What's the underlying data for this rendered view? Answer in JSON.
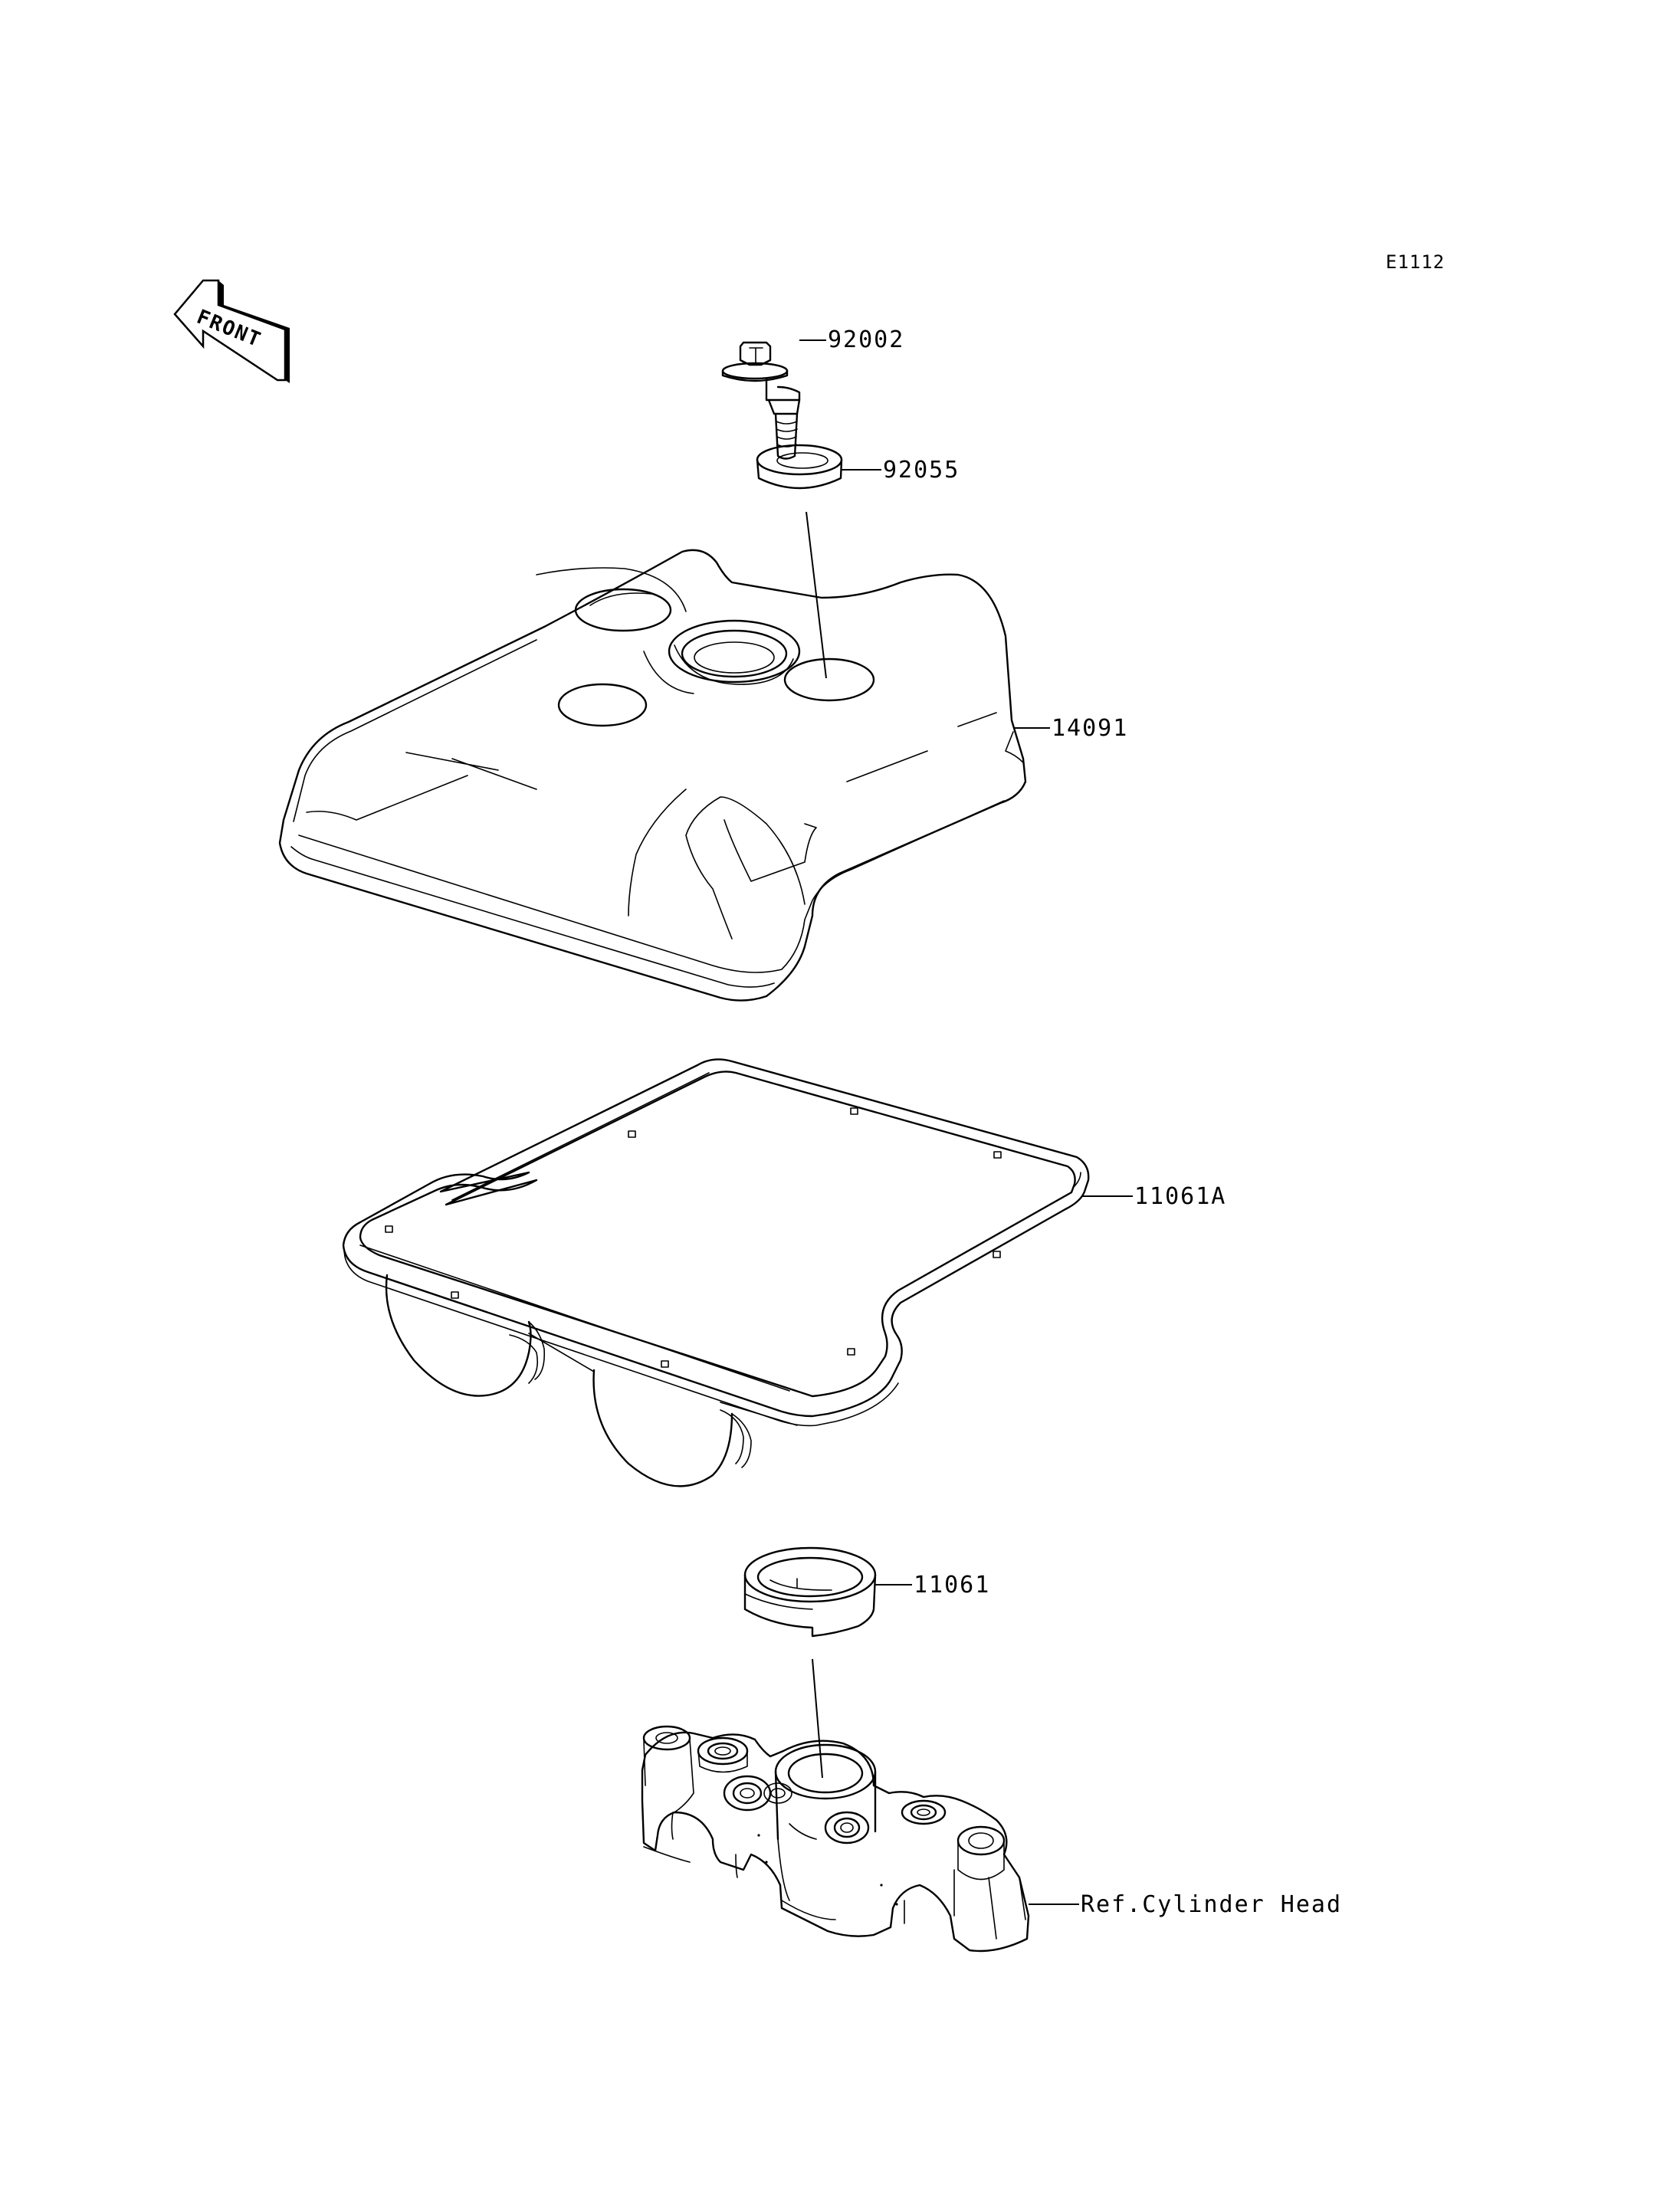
{
  "diagram_code": "E1112",
  "front_marker": "FRONT",
  "parts": [
    {
      "number": "92002"
    },
    {
      "number": "92055"
    },
    {
      "number": "14091"
    },
    {
      "number": "11061A"
    },
    {
      "number": "11061"
    }
  ],
  "reference": "Ref.Cylinder Head"
}
